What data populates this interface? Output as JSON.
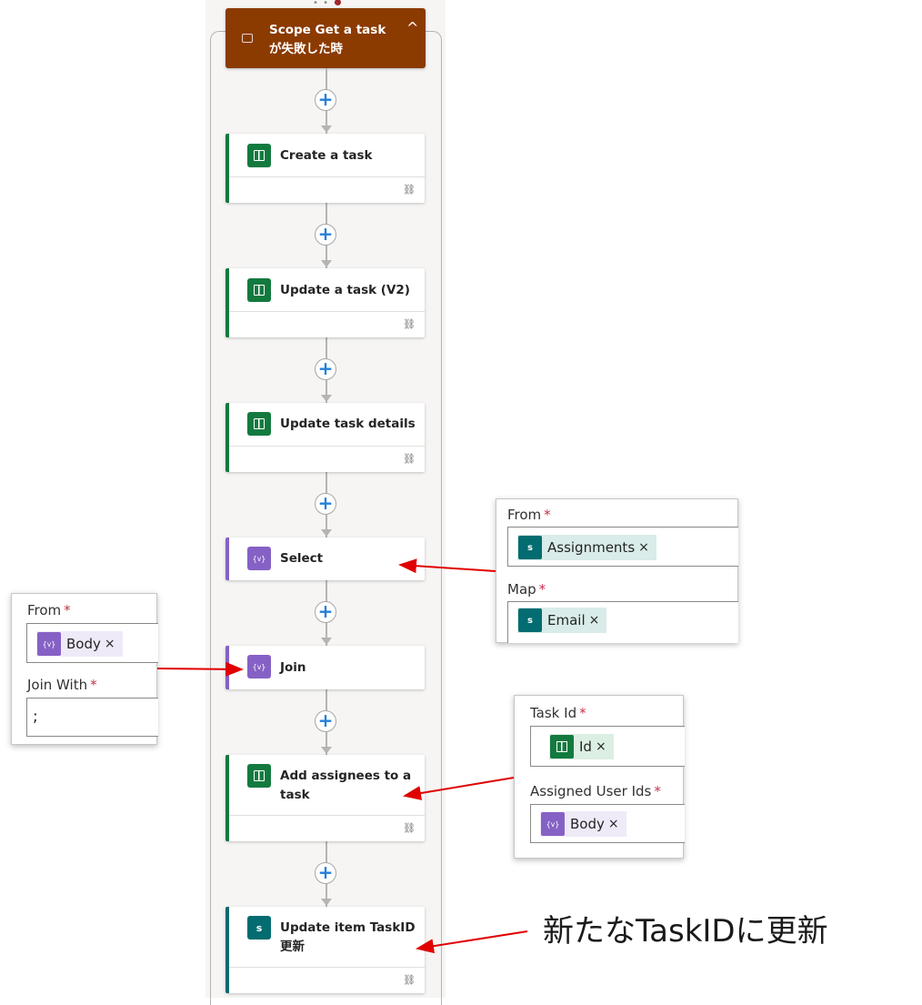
{
  "scope": {
    "title": "Scope Get a taskが失敗した時",
    "chevron": "^"
  },
  "steps": [
    {
      "id": "create",
      "label": "Create a task",
      "icon": "planner-icon"
    },
    {
      "id": "update",
      "label": "Update a task (V2)",
      "icon": "planner-icon"
    },
    {
      "id": "details",
      "label": "Update task details",
      "icon": "planner-icon"
    },
    {
      "id": "select",
      "label": "Select",
      "icon": "data-operation-icon"
    },
    {
      "id": "join",
      "label": "Join",
      "icon": "data-operation-icon"
    },
    {
      "id": "assignees",
      "label": "Add assignees to a task",
      "icon": "planner-icon"
    },
    {
      "id": "updateitem",
      "label": "Update item TaskID更新",
      "icon": "sharepoint-icon"
    }
  ],
  "plus_symbol": "+",
  "link_symbol": "⛓",
  "data_icon_glyph": "{v}",
  "sp_icon_glyph": "s",
  "select_panel": {
    "from_label": "From",
    "from_token": "Assignments",
    "map_label": "Map",
    "map_token": "Email"
  },
  "join_panel": {
    "from_label": "From",
    "from_token": "Body",
    "join_with_label": "Join With",
    "join_with_value": ";"
  },
  "assign_panel": {
    "task_id_label": "Task Id",
    "task_id_token": "Id",
    "user_ids_label": "Assigned User Ids",
    "user_ids_token": "Body"
  },
  "required_mark": "*",
  "remove_mark": "×",
  "annotation": "新たなTaskIDに更新",
  "colors": {
    "scope": "#8b3a00",
    "planner": "#137a3f",
    "data_operation": "#8661c5",
    "sharepoint": "#036c70",
    "arrow": "#e00000",
    "plus": "#2380d8"
  }
}
